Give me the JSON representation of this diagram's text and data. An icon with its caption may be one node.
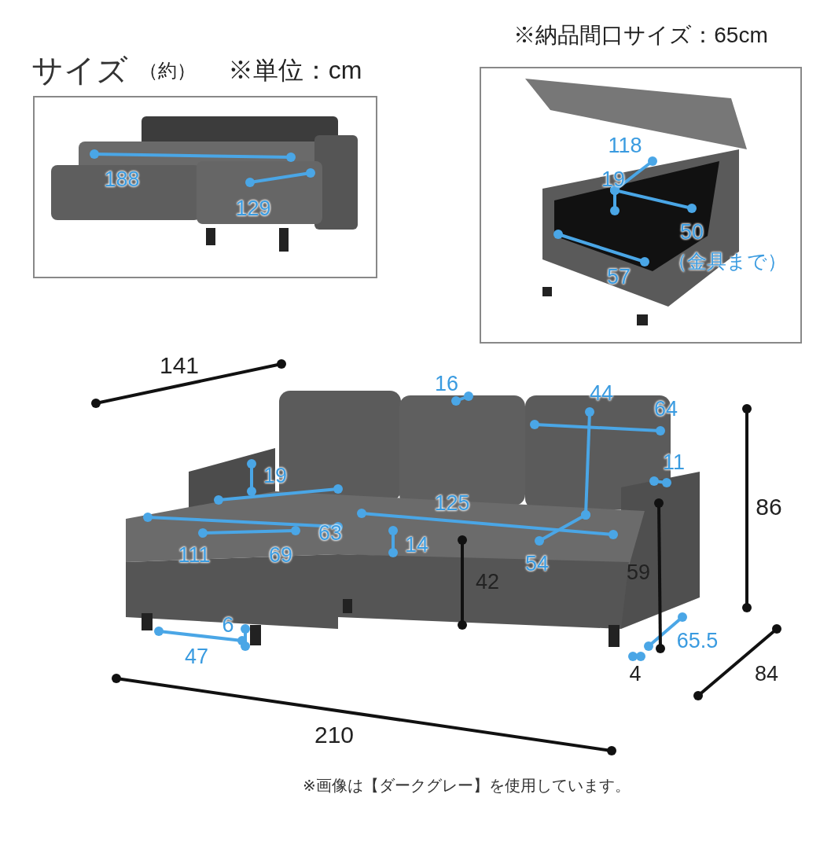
{
  "diagram": {
    "title": "サイズ",
    "labels": [
      "（約）",
      "※単位：cm",
      "※納品間口サイズ：65cm",
      "188",
      "129",
      "118",
      "19",
      "50",
      "（金具まで）",
      "57",
      "141",
      "16",
      "44",
      "64",
      "11",
      "19",
      "86",
      "125",
      "63",
      "111",
      "69",
      "14",
      "42",
      "54",
      "59",
      "6",
      "47",
      "65.5",
      "4",
      "84",
      "210"
    ],
    "caption": "※画像は【ダークグレー】を使用しています。"
  }
}
